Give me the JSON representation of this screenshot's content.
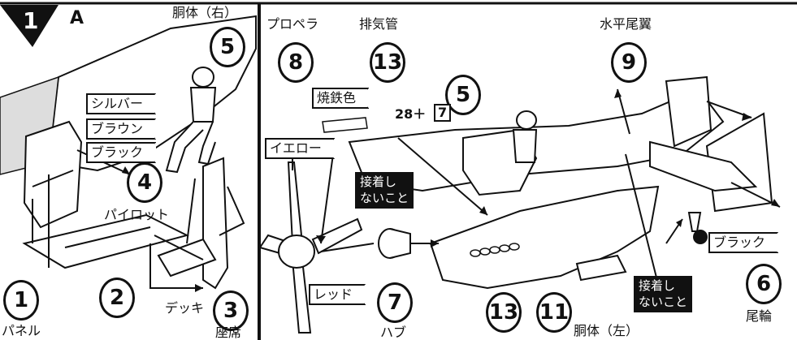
{
  "step": {
    "number": "1",
    "sub": "A"
  },
  "left_panel": {
    "fuselage_right_label": "胴体（右）",
    "pilot_label": "パイロット",
    "panel_label": "パネル",
    "deck_label": "デッキ",
    "seat_label": "座席",
    "color_tags": [
      "シルバー",
      "ブラウン",
      "ブラック"
    ],
    "badges": [
      "5",
      "4",
      "1",
      "2",
      "3"
    ]
  },
  "right_panel": {
    "propeller_label": "プロペラ",
    "exhaust_label": "排気管",
    "horizontal_tail_label": "水平尾翼",
    "hub_label": "ハブ",
    "fuselage_left_label": "胴体（左）",
    "tailwheel_label": "尾輪",
    "color_tags": {
      "burnt_iron": "焼鉄色",
      "yellow": "イエロー",
      "red": "レッド",
      "black": "ブラック"
    },
    "part_combo": "28＋",
    "part_combo_box": "7",
    "note_no_glue_1": [
      "接着し",
      "ないこと"
    ],
    "note_no_glue_2": [
      "接着し",
      "ないこと"
    ],
    "badges": [
      "8",
      "13",
      "5",
      "9",
      "7",
      "13",
      "11",
      "6"
    ]
  }
}
